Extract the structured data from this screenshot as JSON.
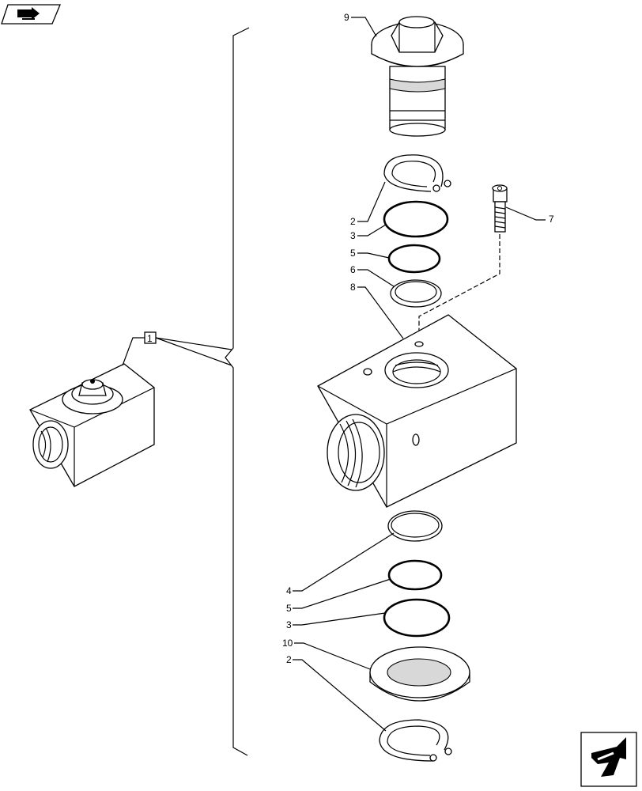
{
  "nav": {
    "top_icon": "book-arrow-icon",
    "bottom_icon": "next-page-arrow-icon"
  },
  "assembly": {
    "label": "1"
  },
  "callouts": {
    "c9": "9",
    "c7": "7",
    "c2_top": "2",
    "c3_top": "3",
    "c5_top": "5",
    "c6": "6",
    "c8": "8",
    "c4": "4",
    "c5_bottom": "5",
    "c3_bottom": "3",
    "c10": "10",
    "c2_bottom": "2"
  },
  "colors": {
    "line": "#000000",
    "background": "#ffffff",
    "shade": "#d8d8d8"
  }
}
